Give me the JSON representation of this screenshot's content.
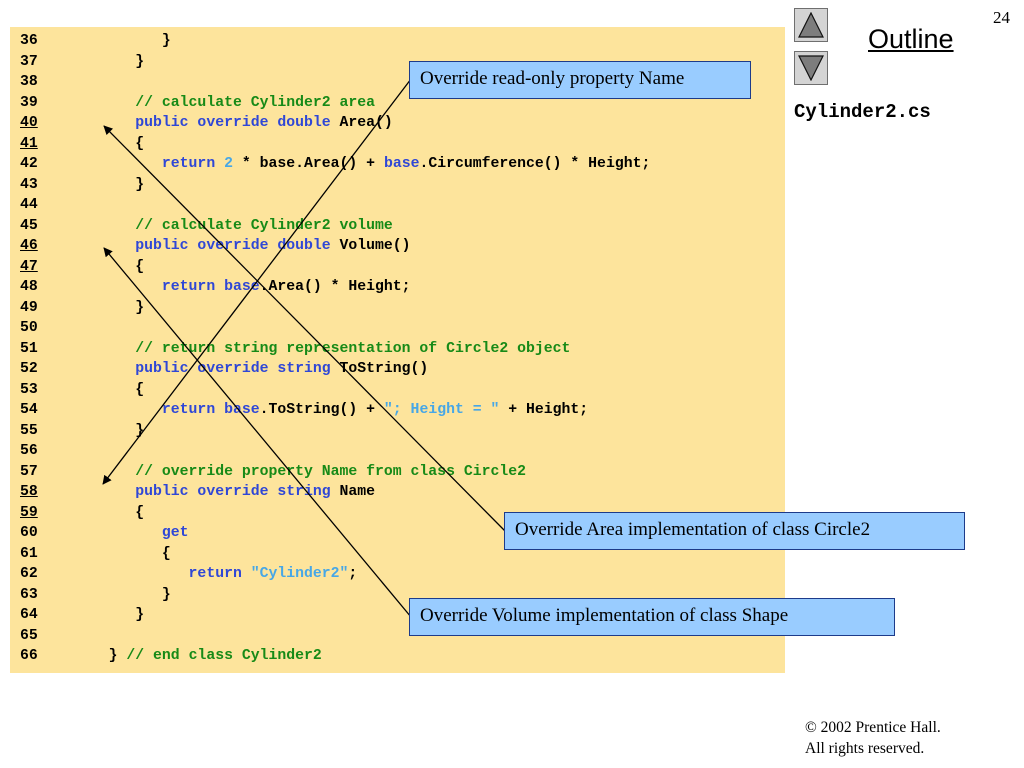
{
  "slide": {
    "page_number": "24",
    "outline_label": "Outline",
    "filename": "Cylinder2.cs",
    "copyright_line1": "© 2002 Prentice Hall.",
    "copyright_line2": "All rights reserved."
  },
  "nav": {
    "up_icon": "triangle-up-icon",
    "down_icon": "triangle-down-icon"
  },
  "colors": {
    "panel_background": "#fde49c",
    "keyword": "#2f47d6",
    "comment": "#178a17",
    "string_literal": "#47a7e6",
    "callout_background": "#99ccff",
    "callout_border": "#1d3b8a"
  },
  "code": {
    "lines": [
      {
        "num": "36",
        "tokens": [
          {
            "t": "         }",
            "c": "plain"
          }
        ]
      },
      {
        "num": "37",
        "tokens": [
          {
            "t": "      }",
            "c": "plain"
          }
        ]
      },
      {
        "num": "38",
        "tokens": []
      },
      {
        "num": "39",
        "tokens": [
          {
            "t": "      // calculate Cylinder2 area",
            "c": "cm"
          }
        ]
      },
      {
        "num": "40",
        "ul": true,
        "tokens": [
          {
            "t": "      public override double",
            "c": "kw"
          },
          {
            "t": " Area()",
            "c": "plain"
          }
        ]
      },
      {
        "num": "41",
        "ul": true,
        "tokens": [
          {
            "t": "      {",
            "c": "plain"
          }
        ]
      },
      {
        "num": "42",
        "tokens": [
          {
            "t": "         return",
            "c": "kw"
          },
          {
            "t": " ",
            "c": "plain"
          },
          {
            "t": "2",
            "c": "nm"
          },
          {
            "t": " * base.Area() + ",
            "c": "plain"
          },
          {
            "t": "base",
            "c": "kw"
          },
          {
            "t": ".Circumference() * Height;",
            "c": "plain"
          }
        ]
      },
      {
        "num": "43",
        "tokens": [
          {
            "t": "      }",
            "c": "plain"
          }
        ]
      },
      {
        "num": "44",
        "tokens": []
      },
      {
        "num": "45",
        "tokens": [
          {
            "t": "      // calculate Cylinder2 volume",
            "c": "cm"
          }
        ]
      },
      {
        "num": "46",
        "ul": true,
        "tokens": [
          {
            "t": "      public override double",
            "c": "kw"
          },
          {
            "t": " Volume()",
            "c": "plain"
          }
        ]
      },
      {
        "num": "47",
        "ul": true,
        "tokens": [
          {
            "t": "      {",
            "c": "plain"
          }
        ]
      },
      {
        "num": "48",
        "tokens": [
          {
            "t": "         return base",
            "c": "kw"
          },
          {
            "t": ".Area() * Height;",
            "c": "plain"
          }
        ]
      },
      {
        "num": "49",
        "tokens": [
          {
            "t": "      }",
            "c": "plain"
          }
        ]
      },
      {
        "num": "50",
        "tokens": []
      },
      {
        "num": "51",
        "tokens": [
          {
            "t": "      // return string representation of Circle2 object",
            "c": "cm"
          }
        ]
      },
      {
        "num": "52",
        "tokens": [
          {
            "t": "      public override string",
            "c": "kw"
          },
          {
            "t": " ToString()",
            "c": "plain"
          }
        ]
      },
      {
        "num": "53",
        "tokens": [
          {
            "t": "      {",
            "c": "plain"
          }
        ]
      },
      {
        "num": "54",
        "tokens": [
          {
            "t": "         return base",
            "c": "kw"
          },
          {
            "t": ".ToString() + ",
            "c": "plain"
          },
          {
            "t": "\"; Height = \"",
            "c": "st"
          },
          {
            "t": " + Height;",
            "c": "plain"
          }
        ]
      },
      {
        "num": "55",
        "tokens": [
          {
            "t": "      }",
            "c": "plain"
          }
        ]
      },
      {
        "num": "56",
        "tokens": []
      },
      {
        "num": "57",
        "tokens": [
          {
            "t": "      // override property Name from class Circle2",
            "c": "cm"
          }
        ]
      },
      {
        "num": "58",
        "ul": true,
        "tokens": [
          {
            "t": "      public override string",
            "c": "kw"
          },
          {
            "t": " Name",
            "c": "plain"
          }
        ]
      },
      {
        "num": "59",
        "ul": true,
        "tokens": [
          {
            "t": "      {",
            "c": "plain"
          }
        ]
      },
      {
        "num": "60",
        "tokens": [
          {
            "t": "         get",
            "c": "kw"
          }
        ]
      },
      {
        "num": "61",
        "tokens": [
          {
            "t": "         {",
            "c": "plain"
          }
        ]
      },
      {
        "num": "62",
        "tokens": [
          {
            "t": "            return",
            "c": "kw"
          },
          {
            "t": " ",
            "c": "plain"
          },
          {
            "t": "\"Cylinder2\"",
            "c": "st"
          },
          {
            "t": ";",
            "c": "plain"
          }
        ]
      },
      {
        "num": "63",
        "tokens": [
          {
            "t": "         }",
            "c": "plain"
          }
        ]
      },
      {
        "num": "64",
        "tokens": [
          {
            "t": "      }",
            "c": "plain"
          }
        ]
      },
      {
        "num": "65",
        "tokens": []
      },
      {
        "num": "66",
        "tokens": [
          {
            "t": "   } ",
            "c": "plain"
          },
          {
            "t": "// end class Cylinder2",
            "c": "cm"
          }
        ]
      }
    ]
  },
  "callouts": {
    "name": "Override read-only property Name",
    "area": "Override Area implementation of class Circle2",
    "volume": "Override Volume implementation of class Shape"
  }
}
